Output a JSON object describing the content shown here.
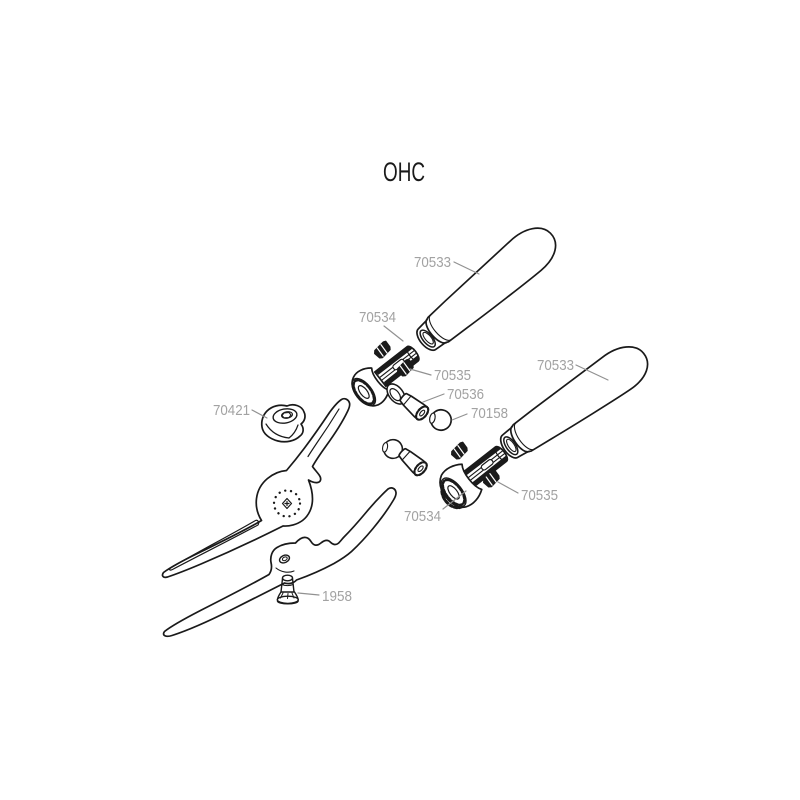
{
  "page": {
    "background_color": "#ffffff"
  },
  "diagram": {
    "title": "OHC",
    "ink_color": "#1a1a1a",
    "label_color": "#a2a2a2",
    "leader_color": "#919191",
    "labels": [
      {
        "part_number": "70533",
        "ref": "upper-handle"
      },
      {
        "part_number": "70534",
        "ref": "upper-coupler"
      },
      {
        "part_number": "70535",
        "ref": "upper-clip"
      },
      {
        "part_number": "70536",
        "ref": "upper-bolt"
      },
      {
        "part_number": "70158",
        "ref": "ball-knob"
      },
      {
        "part_number": "70533",
        "ref": "right-handle"
      },
      {
        "part_number": "70535",
        "ref": "lower-clip"
      },
      {
        "part_number": "70534",
        "ref": "lower-coupler"
      },
      {
        "part_number": "70421",
        "ref": "wing-nut"
      },
      {
        "part_number": "1958",
        "ref": "pivot-bolt"
      }
    ]
  }
}
